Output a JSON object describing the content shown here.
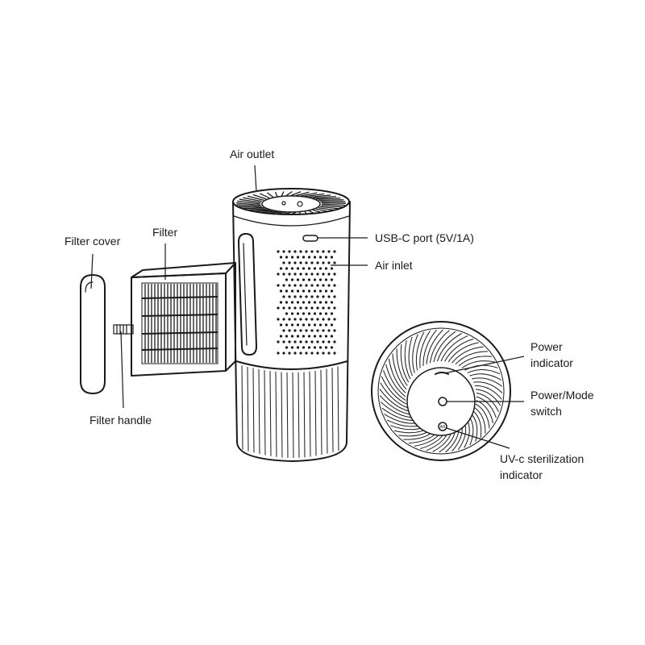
{
  "labels": {
    "air_outlet": "Air outlet",
    "filter_cover": "Filter cover",
    "filter": "Filter",
    "filter_handle": "Filter handle",
    "usb_c_port": "USB-C port (5V/1A)",
    "air_inlet": "Air inlet",
    "power_indicator": [
      "Power",
      "indicator"
    ],
    "power_mode_switch": [
      "Power/Mode",
      "switch"
    ],
    "uvc_indicator": [
      "UV-c sterilization",
      "indicator"
    ]
  },
  "button_glyphs": {
    "uv_button": "AR"
  },
  "colors": {
    "line": "#1a1a1a",
    "fill": "#f2f2f2",
    "background": "#ffffff"
  }
}
